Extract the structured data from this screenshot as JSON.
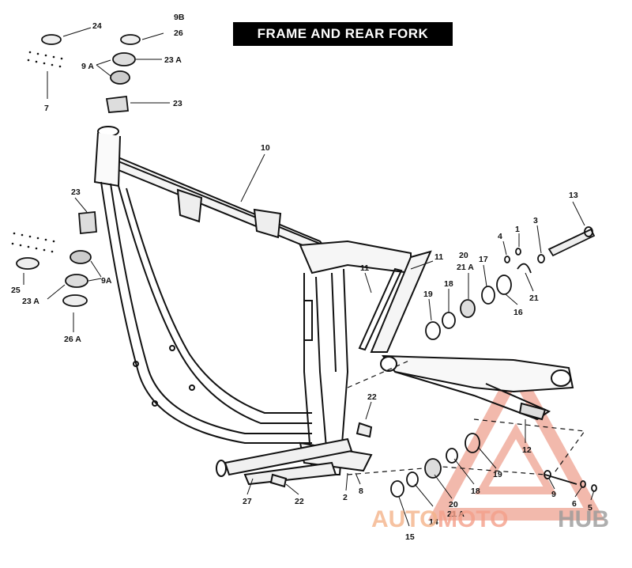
{
  "title": "FRAME AND REAR FORK",
  "watermark": {
    "part1": "AUTO",
    "part2": "MOTO",
    "part3": "HUB",
    "color_primary": "#f4a08a",
    "color_secondary": "#b5b5b5"
  },
  "labels": {
    "l24": "24",
    "l9b": "9B",
    "l26": "26",
    "l9a_top": "9 A",
    "l23a_top": "23 A",
    "l7": "7",
    "l23_top": "23",
    "l10": "10",
    "l13": "13",
    "l23_left": "23",
    "l25": "25",
    "l9a_left": "9A",
    "l23a_left": "23 A",
    "l26a": "26 A",
    "l11a": "11",
    "l11b": "11",
    "l4": "4",
    "l1": "1",
    "l3": "3",
    "l20_top": "20",
    "l21a_top": "21 A",
    "l17": "17",
    "l18_top": "18",
    "l19_top": "19",
    "l16": "16",
    "l21": "21",
    "l22_mid": "22",
    "l12": "12",
    "l19_bot": "19",
    "l18_bot": "18",
    "l20_bot": "20",
    "l21a_bot": "21 A",
    "l14": "14",
    "l15": "15",
    "l9_bot": "9",
    "l6": "6",
    "l5": "5",
    "l27": "27",
    "l22_bot": "22",
    "l2": "2",
    "l8": "8"
  }
}
